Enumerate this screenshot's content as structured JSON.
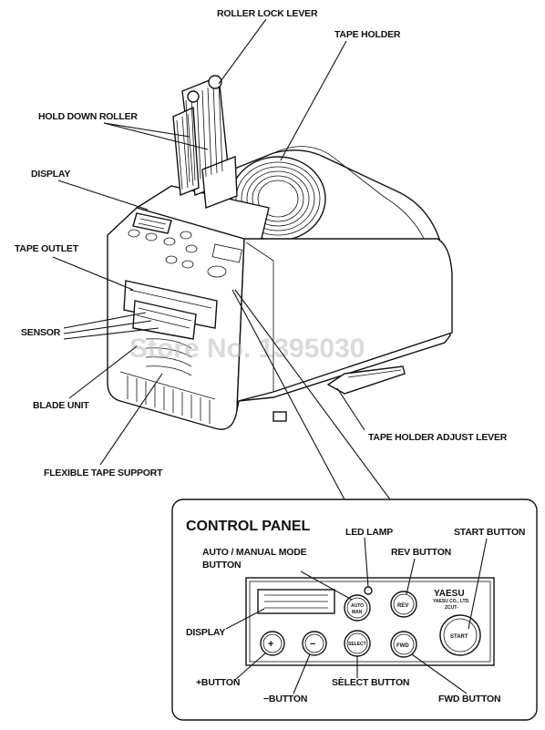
{
  "labels": {
    "roller_lock_lever": "ROLLER LOCK LEVER",
    "tape_holder": "TAPE HOLDER",
    "hold_down_roller": "HOLD DOWN ROLLER",
    "display": "DISPLAY",
    "tape_outlet": "TAPE OUTLET",
    "sensor": "SENSOR",
    "blade_unit": "BLADE UNIT",
    "tape_holder_adjust_lever": "TAPE HOLDER ADJUST LEVER",
    "flexible_tape_support": "FLEXIBLE TAPE SUPPORT"
  },
  "control_panel": {
    "title": "CONTROL PANEL",
    "led_lamp": "LED LAMP",
    "start_button": "START BUTTON",
    "auto_manual_line1": "AUTO / MANUAL MODE",
    "auto_manual_line2": "BUTTON",
    "rev_button": "REV BUTTON",
    "display": "DISPLAY",
    "plus_button": "+BUTTON",
    "minus_button": "−BUTTON",
    "select_button": "SÈLECT BUTTON",
    "fwd_button": "FWD BUTTON",
    "button_faces": {
      "auto_top": "AUTO",
      "auto_bottom": "MAN",
      "rev": "REV",
      "start": "START",
      "plus": "+",
      "minus": "−",
      "select": "SELECT",
      "fwd": "FWD"
    },
    "brand": "YAESU",
    "brand_sub": "YAESU CO., LTD.",
    "model": "ZCUT-"
  },
  "watermark": "Store No. 1395030"
}
